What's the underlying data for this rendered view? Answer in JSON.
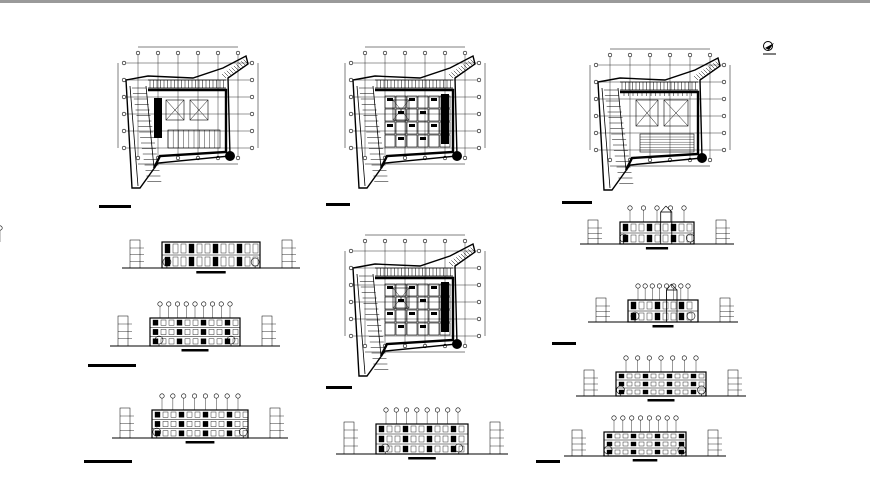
{
  "sheet": {
    "background": "#ffffff",
    "ink": "#000000",
    "frame_color": "#9a9a9a"
  },
  "icons": {
    "north_arrow": "north-arrow-icon",
    "tree": "tree-icon"
  },
  "drawings": {
    "plans": [
      {
        "id": "plan-ground-floor",
        "kind": "floor-plan",
        "detail": "open-hall"
      },
      {
        "id": "plan-first-floor",
        "kind": "floor-plan",
        "detail": "rooms-grid"
      },
      {
        "id": "plan-second-floor",
        "kind": "floor-plan",
        "detail": "rooms-grid"
      },
      {
        "id": "plan-roof",
        "kind": "roof-plan",
        "detail": "roof"
      }
    ],
    "elevations": [
      {
        "id": "elevation-left-1",
        "kind": "elevation"
      },
      {
        "id": "elevation-left-2",
        "kind": "elevation"
      },
      {
        "id": "elevation-left-3",
        "kind": "elevation"
      },
      {
        "id": "elevation-center-1",
        "kind": "elevation"
      },
      {
        "id": "elevation-right-1",
        "kind": "elevation"
      },
      {
        "id": "elevation-right-2",
        "kind": "elevation"
      },
      {
        "id": "elevation-right-3",
        "kind": "elevation"
      },
      {
        "id": "elevation-right-4",
        "kind": "elevation"
      }
    ]
  }
}
